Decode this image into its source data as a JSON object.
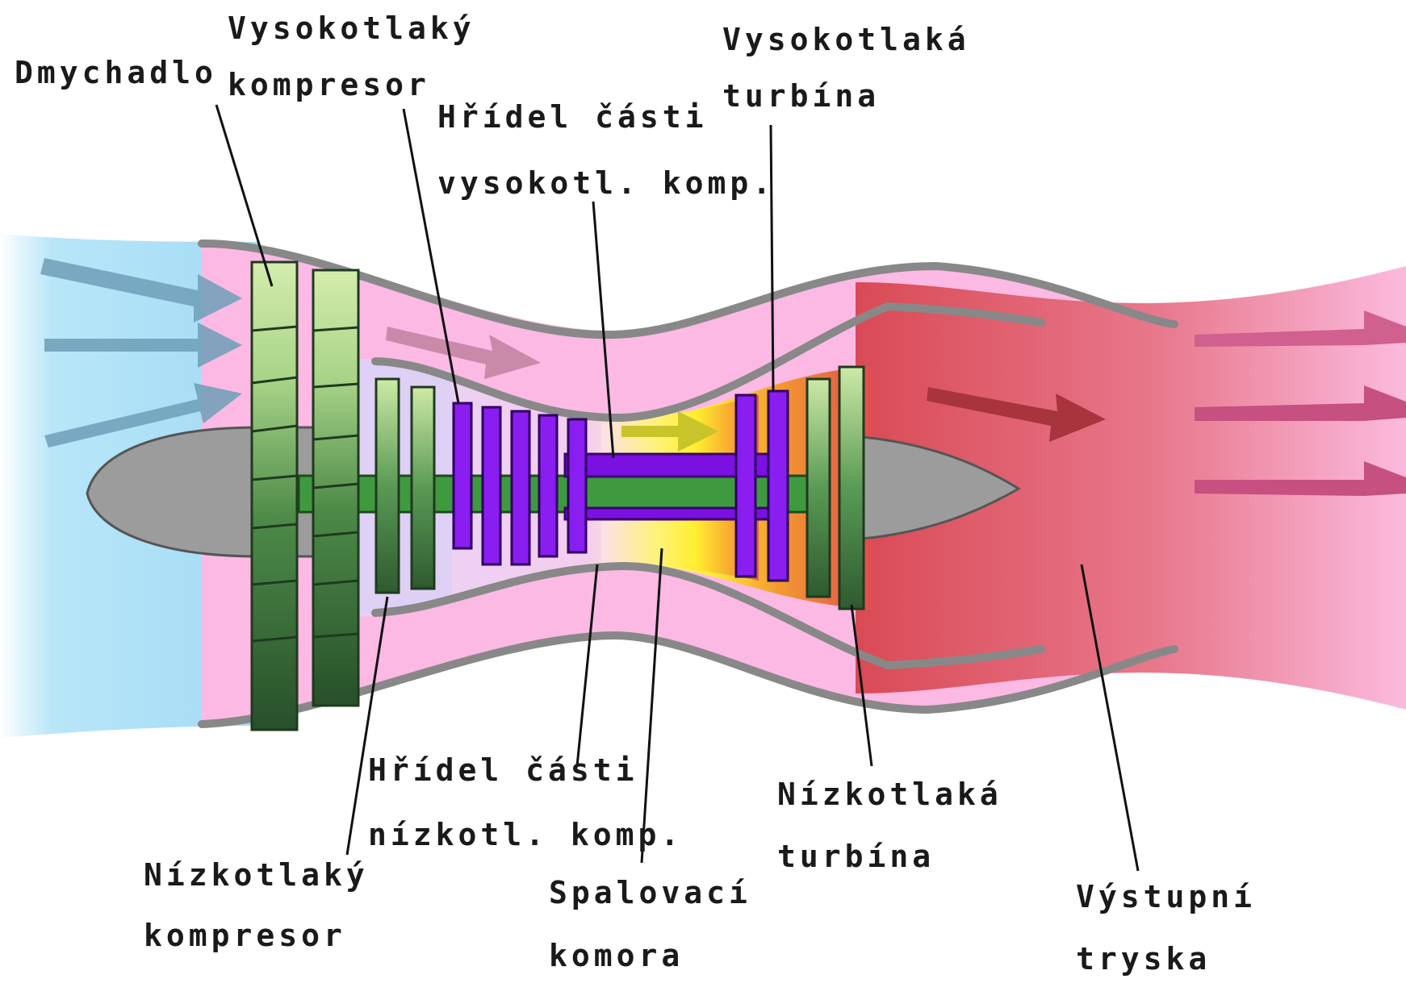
{
  "title": "",
  "colors": {
    "intake_air": "#a9dff6",
    "bypass_air": "#fbb8e2",
    "core_compressor": "#dcc6f2",
    "combustion": "#fff24a",
    "hot_exhaust": "#d84e58",
    "fan_blade_light": "#cde9a6",
    "fan_blade_dark": "#2f5a30",
    "hp_blade": "#8a1df0",
    "lp_shaft": "#3f9a3f",
    "hp_shaft": "#7a11e0",
    "nose_cone": "#9c9c9c",
    "casing": "#8c8c8c"
  },
  "labels": {
    "fan": "Dmychadlo",
    "hp_compressor_1": "Vysokotlaký",
    "hp_compressor_2": "kompresor",
    "hp_shaft_1": "Hřídel části",
    "hp_shaft_2": "vysokotl. komp.",
    "hp_turbine_1": "Vysokotlaká",
    "hp_turbine_2": "turbína",
    "lp_shaft_1": "Hřídel části",
    "lp_shaft_2": "nízkotl. komp.",
    "lp_turbine_1": "Nízkotlaká",
    "lp_turbine_2": "turbína",
    "lp_compressor_1": "Nízkotlaký",
    "lp_compressor_2": "kompresor",
    "combustor_1": "Spalovací",
    "combustor_2": "komora",
    "nozzle_1": "Výstupní",
    "nozzle_2": "tryska"
  }
}
